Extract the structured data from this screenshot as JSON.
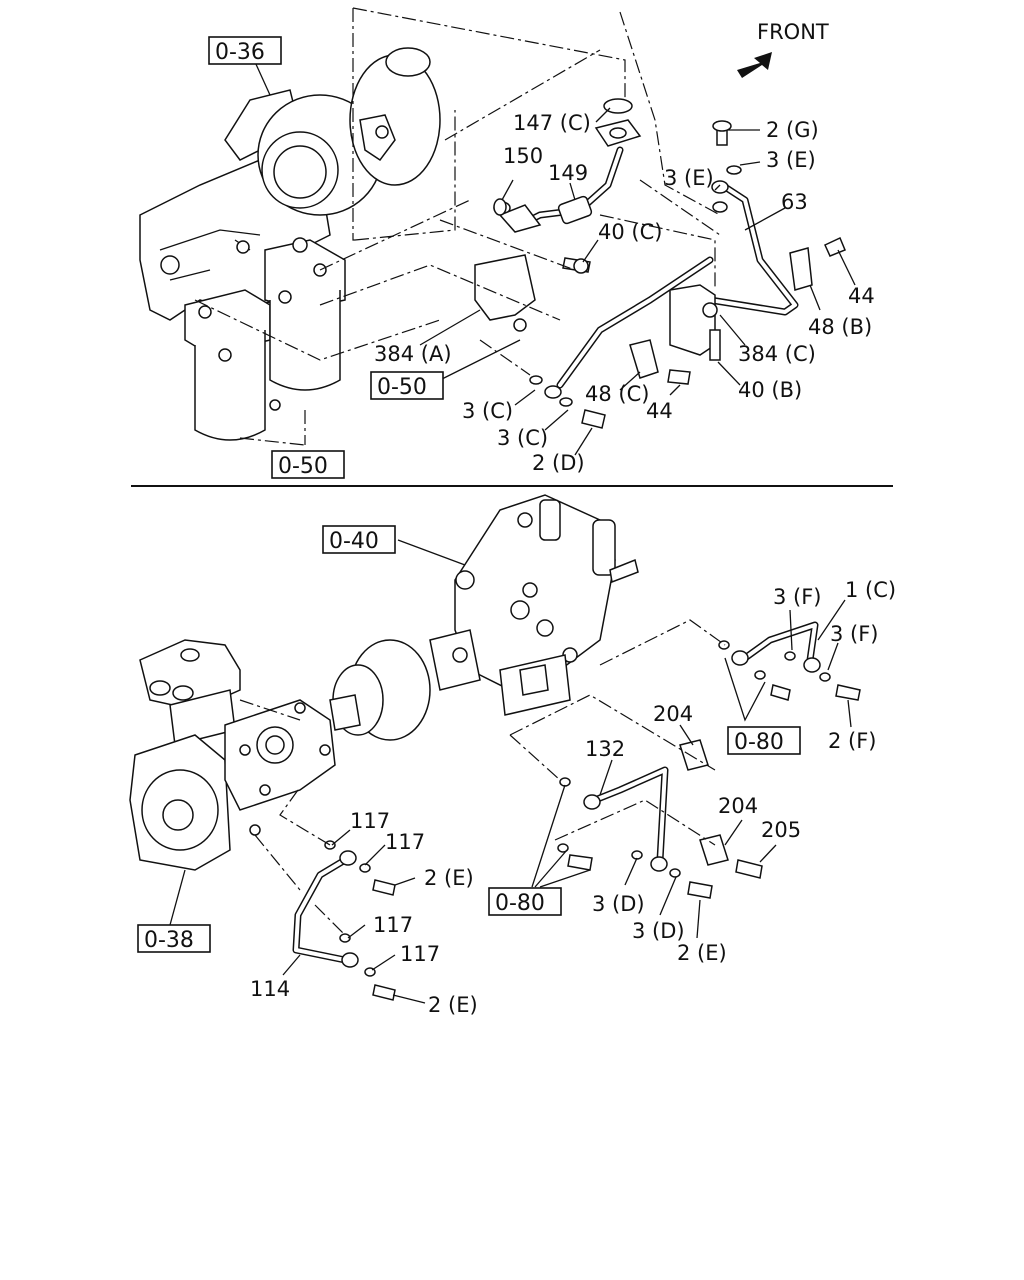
{
  "diagram": {
    "front_label": "FRONT",
    "references": {
      "ref_036": "0-36",
      "ref_050_a": "0-50",
      "ref_050_b": "0-50",
      "ref_040": "0-40",
      "ref_080_a": "0-80",
      "ref_080_b": "0-80",
      "ref_038": "0-38"
    },
    "callouts": {
      "c147c": "147 (C)",
      "c150": "150",
      "c149": "149",
      "c40c": "40 (C)",
      "c2g": "2 (G)",
      "c3e_r": "3 (E)",
      "c3e_l": "3 (E)",
      "c63": "63",
      "c44_r": "44",
      "c48b": "48 (B)",
      "c384a": "384 (A)",
      "c384c": "384 (C)",
      "c40b": "40 (B)",
      "c48c": "48 (C)",
      "c44_m": "44",
      "c3c_a": "3 (C)",
      "c3c_b": "3 (C)",
      "c2d": "2 (D)",
      "c3f_l": "3 (F)",
      "c1c": "1 (C)",
      "c3f_r": "3 (F)",
      "c2f": "2 (F)",
      "c204_a": "204",
      "c132": "132",
      "c204_b": "204",
      "c205": "205",
      "c3d_a": "3 (D)",
      "c3d_b": "3 (D)",
      "c2e_m": "2 (E)",
      "c117_a": "117",
      "c117_b": "117",
      "c2e_a": "2 (E)",
      "c117_c": "117",
      "c117_d": "117",
      "c114": "114",
      "c2e_b": "2 (E)"
    }
  }
}
